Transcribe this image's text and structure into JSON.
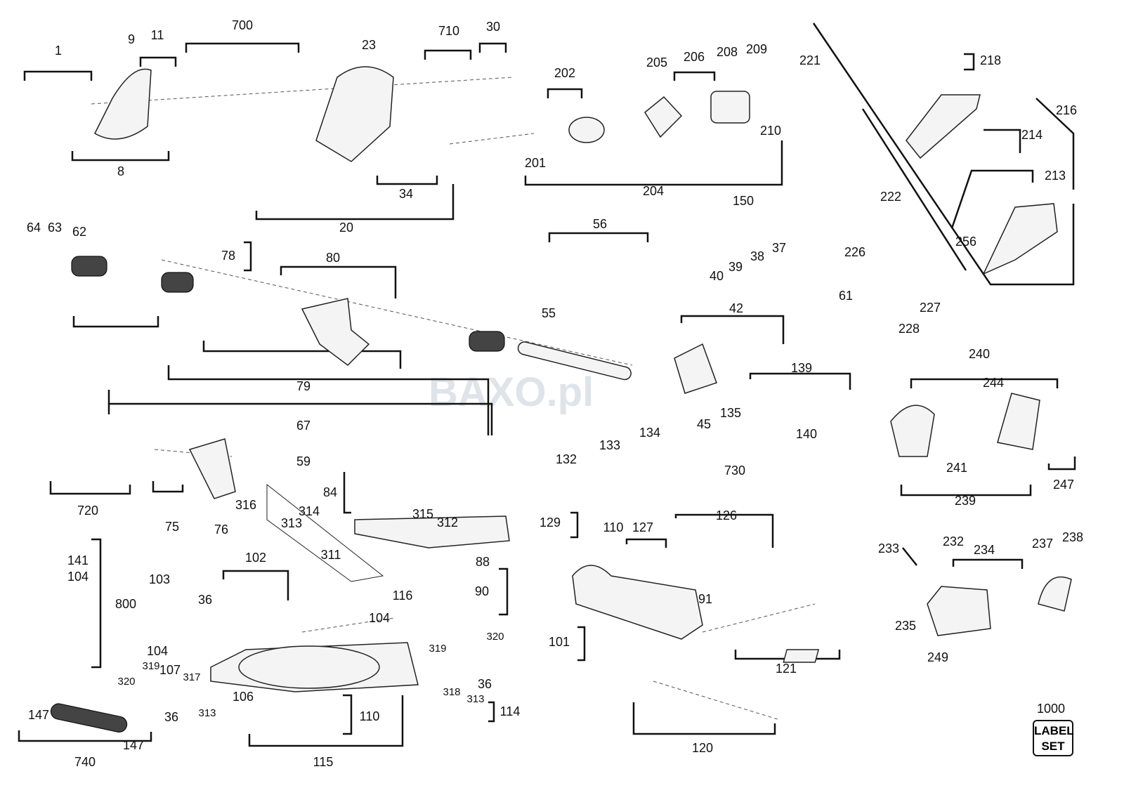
{
  "diagram": {
    "watermark": "BAXO.pl",
    "label_set": {
      "line1": "LABEL",
      "line2": "SET"
    },
    "labels": [
      "1",
      "9",
      "11",
      "700",
      "23",
      "710",
      "30",
      "8",
      "20",
      "34",
      "202",
      "205",
      "206",
      "208",
      "209",
      "210",
      "201",
      "204",
      "221",
      "218",
      "216",
      "214",
      "213",
      "222",
      "256",
      "226",
      "61",
      "227",
      "228",
      "64",
      "63",
      "62",
      "78",
      "80",
      "56",
      "150",
      "37",
      "38",
      "39",
      "40",
      "55",
      "42",
      "139",
      "240",
      "244",
      "79",
      "67",
      "45",
      "135",
      "134",
      "133",
      "132",
      "140",
      "730",
      "241",
      "247",
      "239",
      "59",
      "720",
      "75",
      "76",
      "316",
      "84",
      "314",
      "315",
      "313",
      "312",
      "311",
      "129",
      "110",
      "127",
      "126",
      "233",
      "232",
      "234",
      "237",
      "238",
      "141",
      "104",
      "800",
      "103",
      "102",
      "36",
      "116",
      "104",
      "88",
      "90",
      "91",
      "101",
      "121",
      "235",
      "249",
      "104",
      "107",
      "319",
      "320",
      "317",
      "106",
      "36",
      "313",
      "319",
      "320",
      "318",
      "36",
      "313",
      "114",
      "110",
      "147",
      "147",
      "740",
      "115",
      "120",
      "1000"
    ]
  }
}
